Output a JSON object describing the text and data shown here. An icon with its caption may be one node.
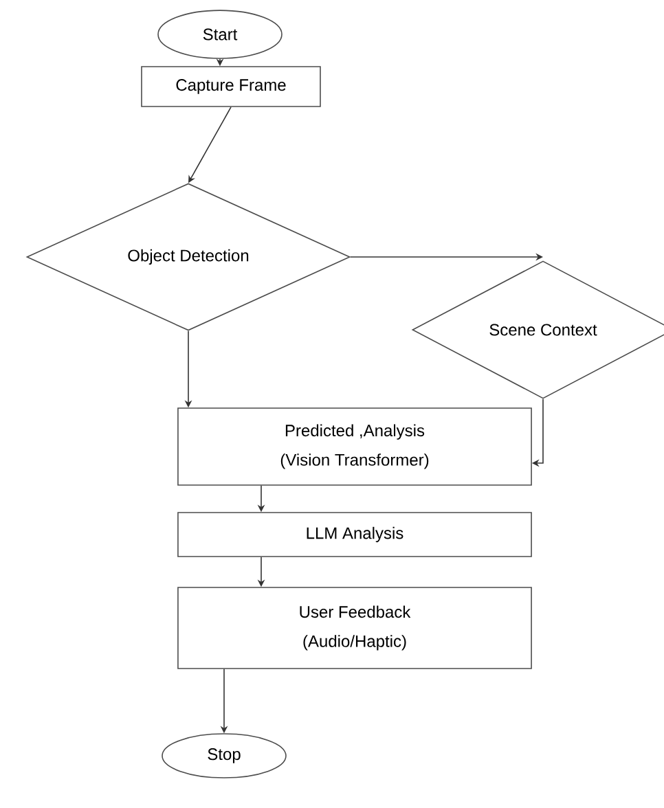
{
  "diagram": {
    "nodes": [
      {
        "text": [
          "Start"
        ]
      },
      {
        "text": [
          "Capture Frame"
        ]
      },
      {
        "text": [
          "Object Detection"
        ]
      },
      {
        "text": [
          "Scene Context"
        ]
      },
      {
        "text": [
          "Predicted ,Analysis",
          "(Vision Transformer)"
        ]
      },
      {
        "text": [
          "LLM Analysis"
        ]
      },
      {
        "text": [
          "User Feedback",
          "(Audio/Haptic)"
        ]
      },
      {
        "text": [
          "Stop"
        ]
      }
    ],
    "edges": [
      {
        "from": 0,
        "to": 1,
        "arrow": "to"
      },
      {
        "from": 1,
        "to": 2,
        "arrow": "to"
      },
      {
        "from": 2,
        "to": 3,
        "arrow": "to"
      },
      {
        "from": 2,
        "to": 4,
        "arrow": "to"
      },
      {
        "from": 3,
        "to": 4,
        "arrow": "to"
      },
      {
        "from": 4,
        "to": 5,
        "arrow": "to"
      },
      {
        "from": 5,
        "to": 6,
        "arrow": "to"
      },
      {
        "from": 6,
        "to": 7,
        "arrow": "to"
      }
    ]
  }
}
